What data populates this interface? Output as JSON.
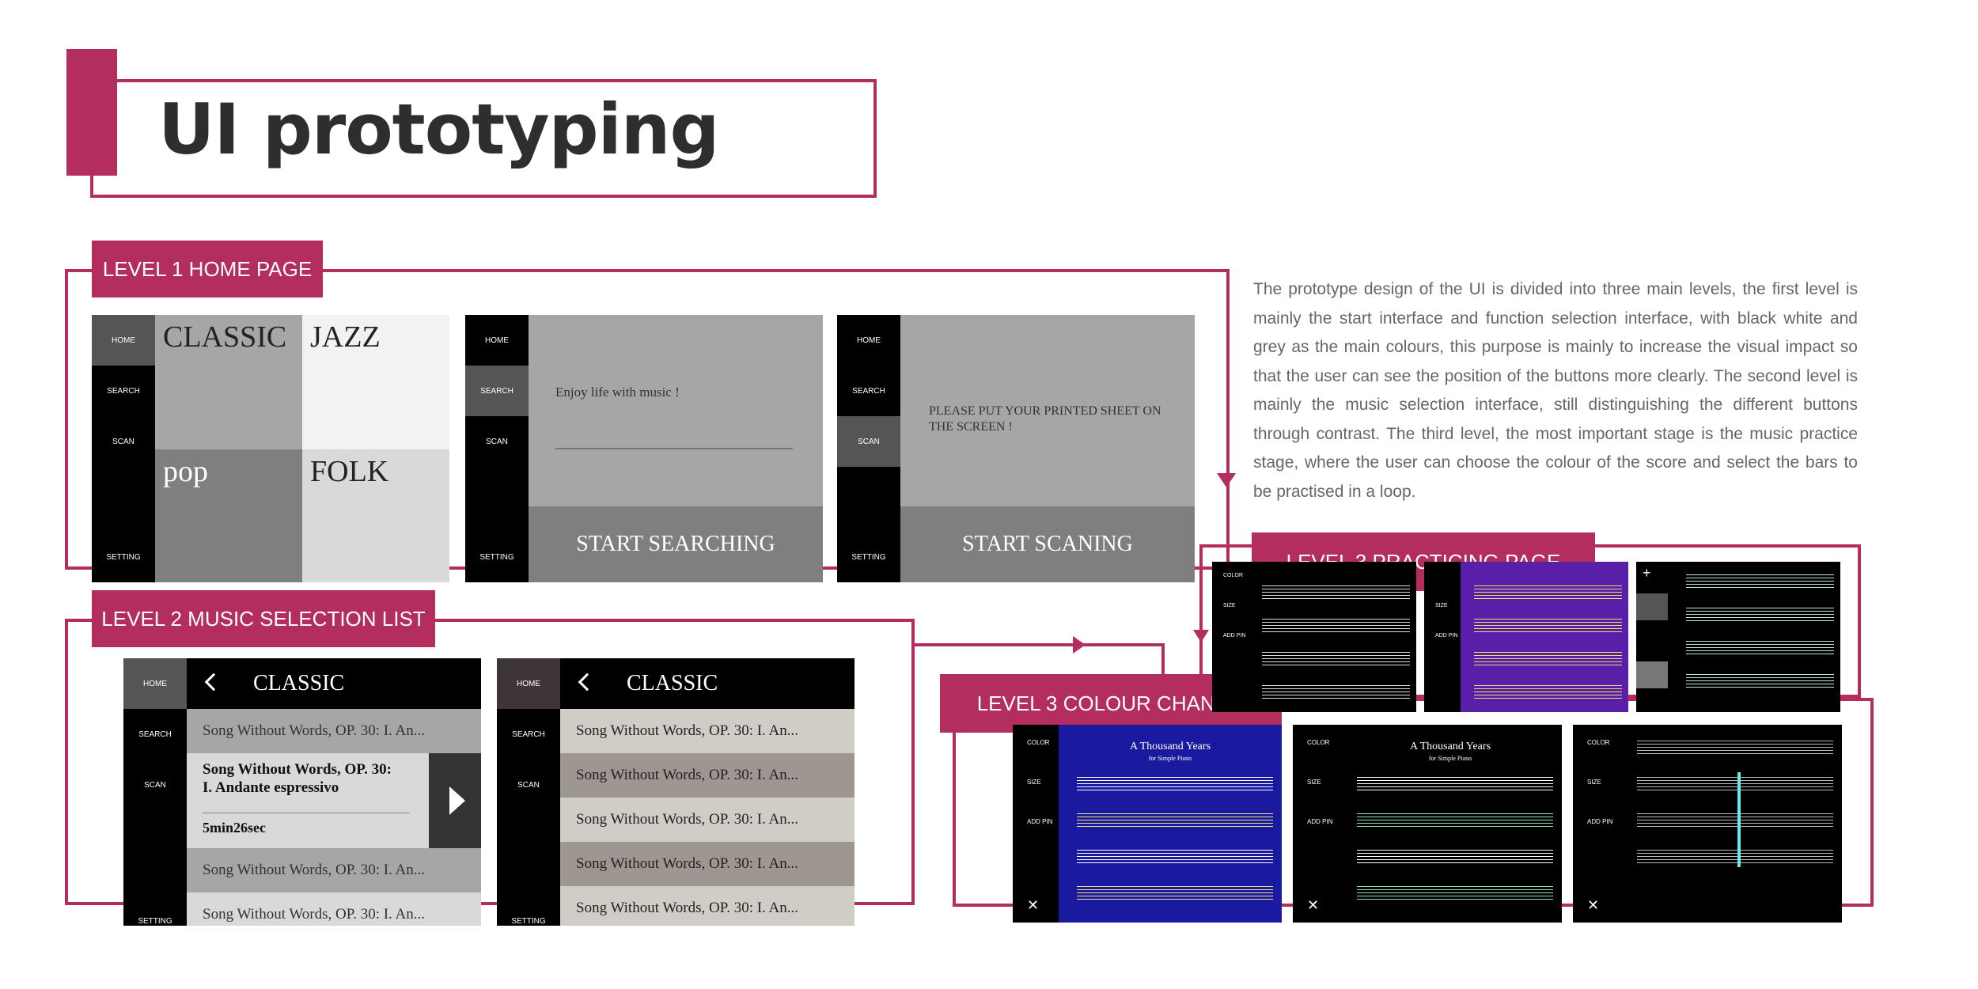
{
  "header": {
    "title": "UI prototyping"
  },
  "description": "The prototype design of the UI is divided into three main levels, the first level is mainly the start interface and function selection interface, with black white and grey as the main colours, this purpose is mainly to increase the visual impact so that the user can see the position of the buttons more clearly. The second level is mainly the music selection interface, still distinguishing the different buttons through contrast. The third level, the most important stage is the music practice stage, where the user can choose the colour of the score and select the bars to be practised in a loop.",
  "sections": {
    "level1": "LEVEL 1 HOME PAGE",
    "level2": "LEVEL 2 MUSIC SELECTION LIST",
    "level3_practicing": "LEVEL 3 PRACTICING PAGE",
    "level3_colour": "LEVEL 3 COLOUR CHANGE"
  },
  "nav": {
    "home": "HOME",
    "search": "SEARCH",
    "scan": "SCAN",
    "setting": "SETTING"
  },
  "home_screen": {
    "classic": "CLASSIC",
    "jazz": "JAZZ",
    "pop": "pop",
    "folk": "FOLK"
  },
  "search_screen": {
    "tagline": "Enjoy life with music !",
    "button": "START SEARCHING"
  },
  "scan_screen": {
    "prompt": "PLEASE PUT YOUR PRINTED SHEET ON THE SCREEN !",
    "button": "START SCANING"
  },
  "list_screen": {
    "header": "CLASSIC",
    "song": "Song Without Words, OP. 30: I. An...",
    "expanded_title_1": "Song Without Words, OP. 30:",
    "expanded_title_2": "I. Andante espressivo",
    "duration": "5min26sec"
  },
  "practice_screen": {
    "color": "COLOR",
    "size": "SIZE",
    "add_pin": "ADD PIN",
    "score_title": "A Thousand Years",
    "score_subtitle": "for Simple Piano"
  },
  "colors": {
    "accent": "#b32d5e",
    "blue_score": "#1a1aa0",
    "purple_score": "#5a1fa8"
  }
}
